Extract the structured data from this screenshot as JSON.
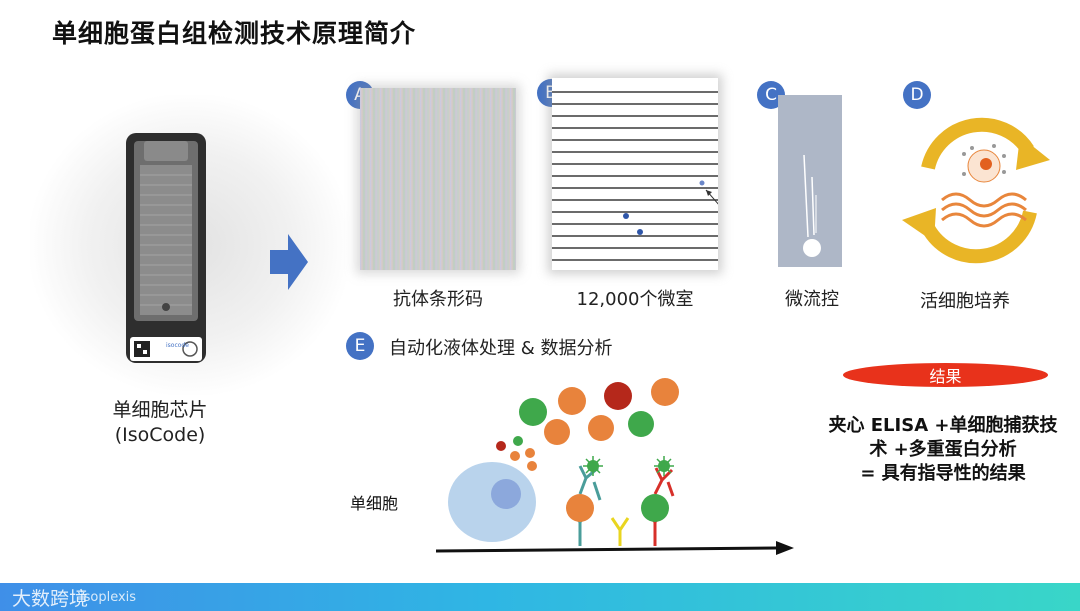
{
  "title": "单细胞蛋白组检测技术原理简介",
  "chip": {
    "caption_line1": "单细胞芯片",
    "caption_line2": "(IsoCode)",
    "label_text": "isocode"
  },
  "panels": [
    {
      "badge": "A",
      "caption": "抗体条形码",
      "icon": "barcode-stripes"
    },
    {
      "badge": "B",
      "caption": "12,000个微室",
      "icon": "microchamber-lines"
    },
    {
      "badge": "C",
      "caption": "微流控",
      "icon": "microfluidic-channel"
    },
    {
      "badge": "D",
      "caption": "活细胞培养",
      "icon": "cell-culture-cycle"
    }
  ],
  "panel_e": {
    "badge": "E",
    "label": "自动化液体处理 & 数据分析"
  },
  "single_cell_label": "单细胞",
  "result": {
    "pill": "结果",
    "line1": "夹心 ELISA +单细胞捕获技",
    "line2": "术 +多重蛋白分析",
    "line3": "=  具有指导性的结果"
  },
  "footer": {
    "watermark": "大数跨境",
    "sub": "isoplexis"
  },
  "colors": {
    "badge": "#4472c4",
    "result_pill": "#e8321b",
    "arrow": "#4472c4"
  }
}
